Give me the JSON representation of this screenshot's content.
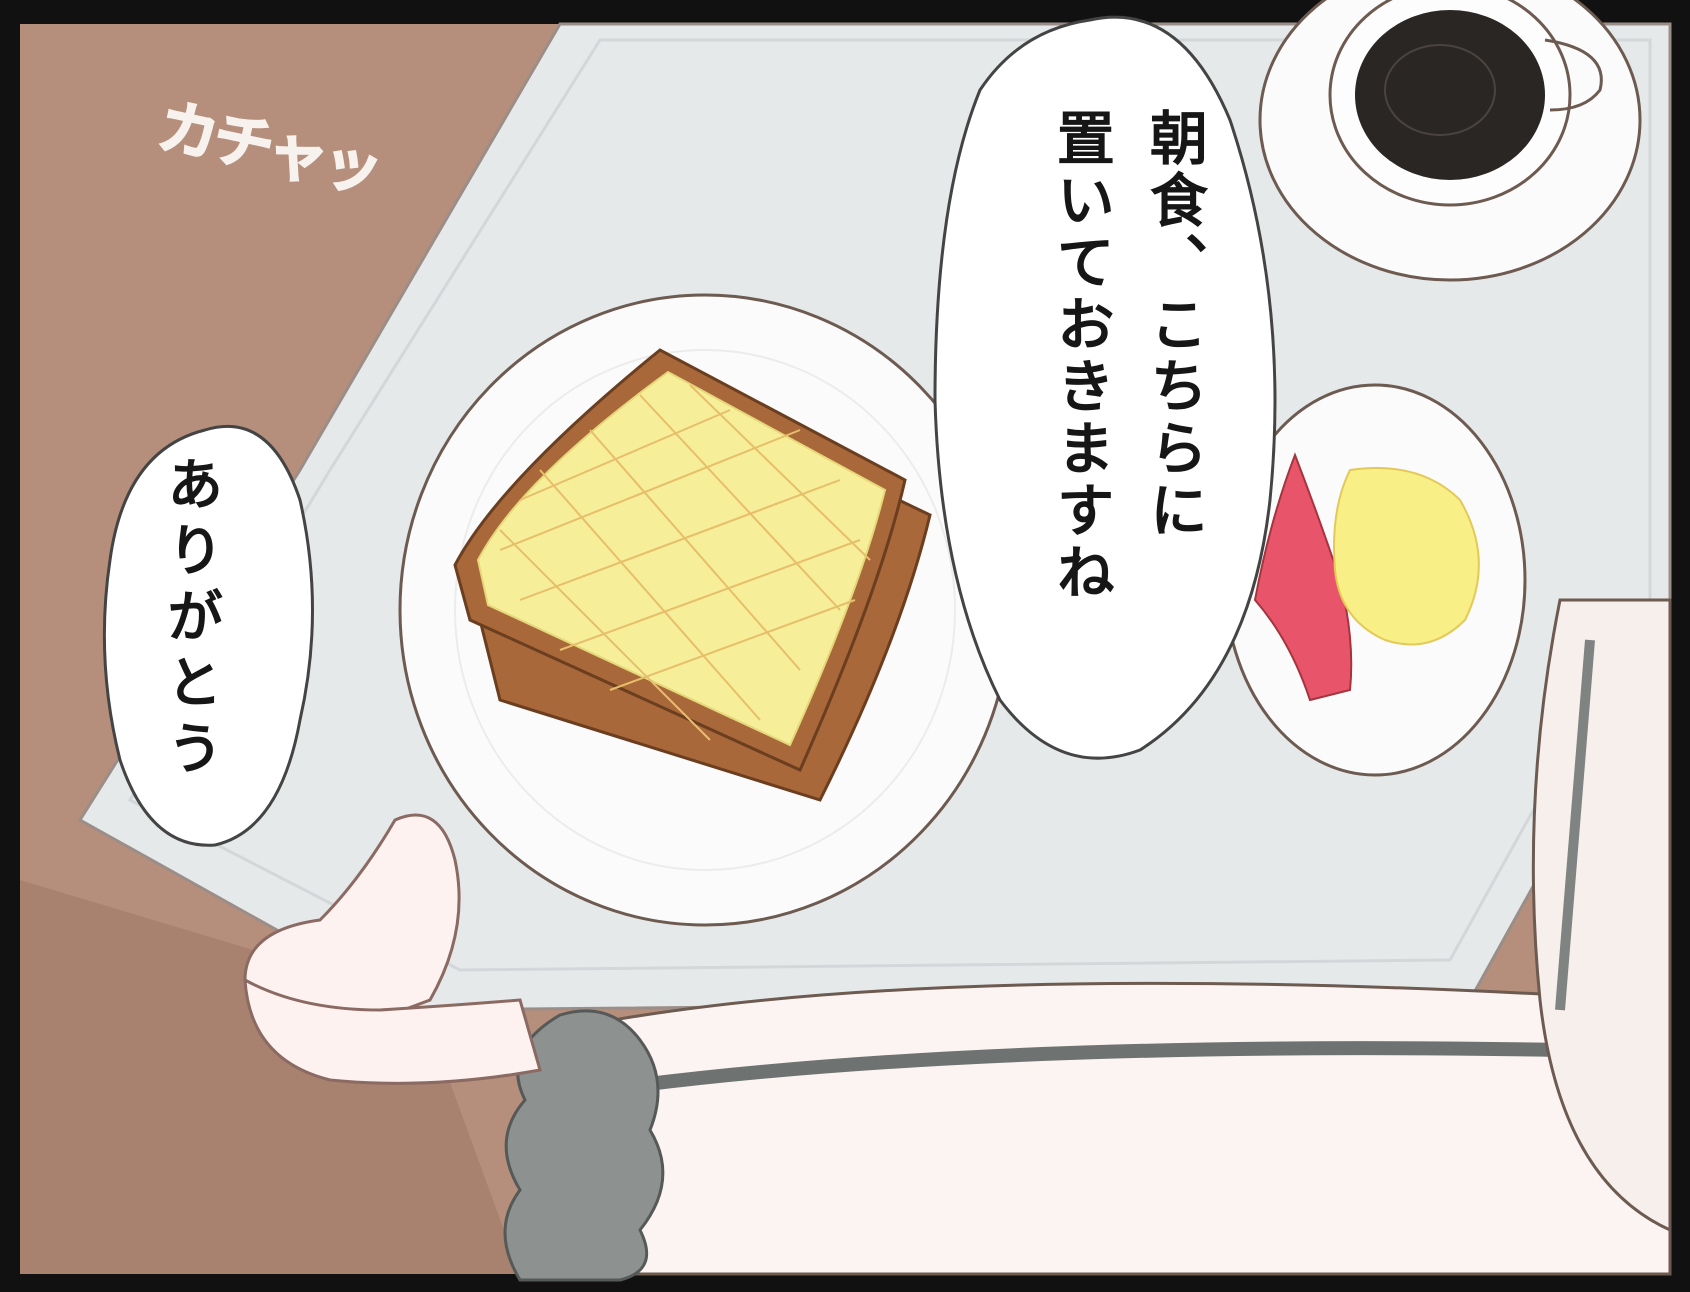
{
  "panel": {
    "speech_bubble_main": {
      "lines": [
        "朝食、こちらに",
        "置いておきますね"
      ]
    },
    "speech_bubble_thanks": {
      "text": "ありがとう"
    },
    "sound_effect": "カチャッ"
  },
  "colors": {
    "background_wall": "#b58f7c",
    "tray": "#e6e9ea",
    "plate": "#fbfbfb",
    "toast_crust": "#a8683a",
    "butter": "#f7ee9a",
    "bacon": "#e8556a",
    "egg": "#f8ef86",
    "coffee": "#2a2624",
    "sleeve": "#fbf4f2",
    "cuff_ruffle": "#8d9190"
  }
}
